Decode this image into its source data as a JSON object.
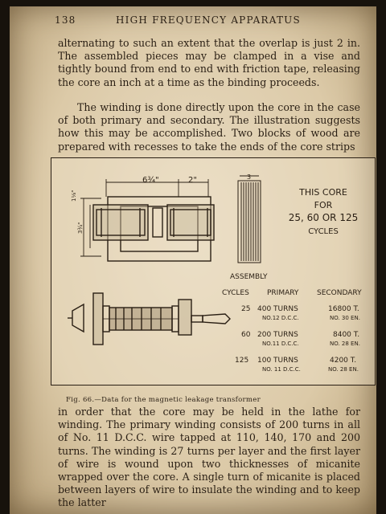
{
  "header": {
    "page_number": "138",
    "running_title": "HIGH FREQUENCY APPARATUS"
  },
  "body": {
    "paragraph_1": "alternating to such an extent that the overlap is just 2 in. The assembled pieces may be clamped in a vise and tightly bound from end to end with friction tape, releasing the core an inch at a time as the binding proceeds.",
    "paragraph_2": "The winding is done directly upon the core in the case of both primary and secondary. The illustration suggests how this may be accomplished. Two blocks of wood are prepared with recesses to take the ends of the core strips",
    "paragraph_3": "in order that the core may be held in the lathe for winding. The primary winding consists of 200 turns in all of No. 11 D.C.C. wire tapped at 110, 140, 170 and 200 turns. The winding is 27 turns per layer and the first layer of wire is wound upon two thicknesses of micanite wrapped over the core. A single turn of micanite is placed between layers of wire to insulate the winding and to keep the latter"
  },
  "figure": {
    "dim_width_top": "6¾\"",
    "dim_width_right": "2\"",
    "dim_height_outer": "1⅛\"",
    "dim_height_inner": "3¾\"",
    "dim_strip_width": "3",
    "assembly_label": "ASSEMBLY",
    "core_note": {
      "line1": "THIS CORE",
      "line2": "FOR",
      "line3": "25, 60 OR 125",
      "line4": "CYCLES"
    },
    "table": {
      "headers": [
        "CYCLES",
        "PRIMARY",
        "SECONDARY"
      ],
      "rows": [
        {
          "cycles": "25",
          "primary": "400 TURNS",
          "primary_wire": "NO.12 D.C.C.",
          "secondary": "16800 T.",
          "secondary_wire": "NO. 30 EN."
        },
        {
          "cycles": "60",
          "primary": "200 TURNS",
          "primary_wire": "NO.11 D.C.C.",
          "secondary": "8400 T.",
          "secondary_wire": "NO. 28 EN."
        },
        {
          "cycles": "125",
          "primary": "100 TURNS",
          "primary_wire": "NO. 11 D.C.C.",
          "secondary": "4200 T.",
          "secondary_wire": "NO. 28 EN."
        }
      ]
    },
    "caption": "Fig. 66.—Data for the magnetic leakage transformer"
  }
}
